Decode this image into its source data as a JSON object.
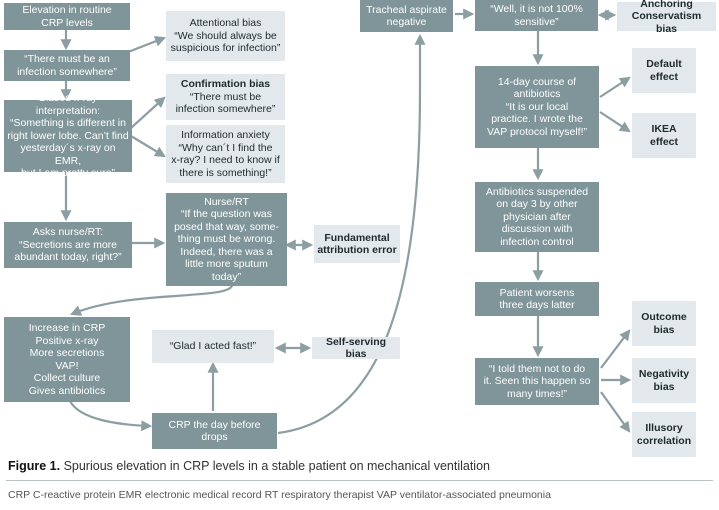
{
  "boxes": {
    "crp_elevation": [
      "Elevation in  routine",
      "CRP levels"
    ],
    "infection_somewhere": [
      "“There must be an",
      "infection somewhere”"
    ],
    "biased_xray": [
      "Biased x-ray interpretation:",
      "“Something is different in",
      "right lower lobe. Can’t find",
      "yesterday´s x-ray on EMR,",
      "but I am pretty sure”"
    ],
    "asks_nurse": [
      "Asks nurse/RT:",
      "“Secretions are more",
      "abundant today, right?”"
    ],
    "increase_crp": [
      "Increase in CRP",
      "Positive x-ray",
      "More secretions",
      "VAP!",
      "Collect culture",
      "Gives antibiotics"
    ],
    "attentional_bias": [
      "Attentional bias",
      "“We should always be",
      "suspicious for infection”"
    ],
    "confirmation_bias": [
      "Confirmation bias",
      "“There must be",
      "infection somewhere”"
    ],
    "information_anxiety": [
      "Information anxiety",
      "“Why can´t I find the",
      "x-ray? I need to know if",
      "there is something!”"
    ],
    "nurse_rt": [
      "Nurse/RT",
      "“If the question was",
      "posed that way, some-",
      "thing must be wrong.",
      "Indeed, there was a",
      "little more sputum",
      "today”"
    ],
    "fundamental_error": [
      "Fundamental",
      "attribution error"
    ],
    "glad_acted": [
      "“Glad I acted fast!”"
    ],
    "self_serving": [
      "Self-serving bias"
    ],
    "crp_day_before": [
      "CRP the day before",
      "drops"
    ],
    "tracheal_aspirate": [
      "Tracheal aspirate",
      "negative"
    ],
    "not_100": [
      "“Well, it is not 100%",
      "sensitive”"
    ],
    "anchoring": [
      "Anchoring",
      "Conservatism bias"
    ],
    "course_antibiotics": [
      "14-day course of",
      "antibiotics",
      "“It is our local",
      "practice. I wrote the",
      "VAP protocol myself!”"
    ],
    "default_effect": [
      "Default",
      "effect"
    ],
    "ikea_effect": [
      "IKEA",
      "effect"
    ],
    "antibiotics_suspended": [
      "Antibiotics suspended",
      "on day 3 by other",
      "physician after",
      "discussion with",
      "infection control"
    ],
    "patient_worsens": [
      "Patient worsens",
      "three days latter"
    ],
    "told_them": [
      "“I told them not to do",
      "it. Seen this happen so",
      "many times!”"
    ],
    "outcome_bias": [
      "Outcome",
      "bias"
    ],
    "negativity_bias": [
      "Negativity",
      "bias"
    ],
    "illusory_correlation": [
      "Illusory",
      "correlation"
    ]
  },
  "caption": {
    "label": "Figure 1.",
    "text": " Spurious elevation in CRP levels in a stable patient on mechanical ventilation"
  },
  "footnote": "CRP C-reactive protein EMR electronic medical record RT respiratory therapist VAP ventilator-associated pneumonia",
  "colors": {
    "dark_box": "#7f9599",
    "light_box": "#e2e8eb",
    "arrow": "#8c9ea2"
  }
}
